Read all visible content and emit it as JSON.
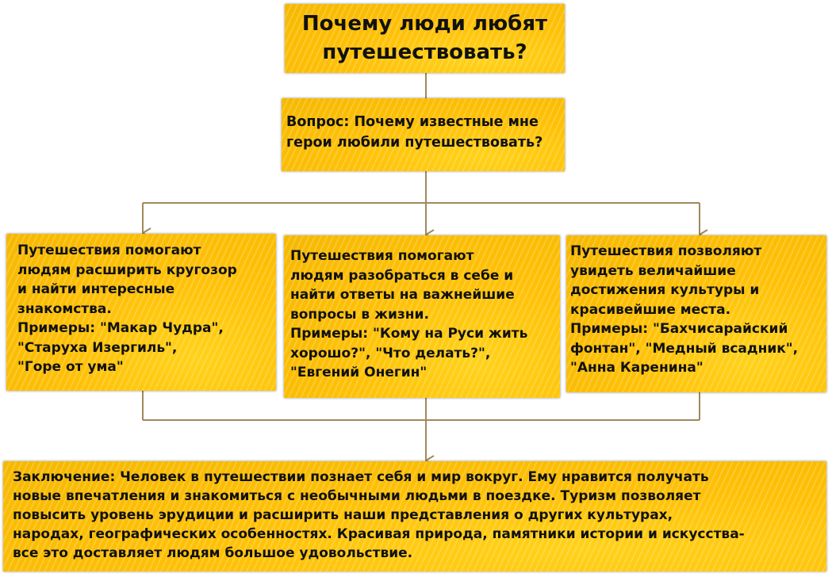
{
  "diagram": {
    "title": "Почему люди любят\nпутешествовать?",
    "question": "Вопрос: Почему известные мне\nгерои любили путешествовать?",
    "reasons": [
      {
        "text": "Путешествия помогают\nлюдям расширить кругозор\nи найти интересные\nзнакомства.\nПримеры: \"Макар Чудра\",\n\"Старуха Изергиль\",\n\"Горе от ума\""
      },
      {
        "text": "Путешествия помогают\nлюдям разобраться в себе и\nнайти ответы на важнейшие\nвопросы в жизни.\nПримеры: \"Кому на Руси жить\nхорошо?\", \"Что делать?\",\n\"Евгений Онегин\""
      },
      {
        "text": "Путешествия позволяют\nувидеть величайшие\nдостижения культуры и\nкрасивейшие места.\nПримеры: \"Бахчисарайский\nфонтан\", \"Медный всадник\",\n\"Анна Каренина\""
      }
    ],
    "conclusion": "Заключение: Человек в путешествии познает себя и мир вокруг. Ему нравится получать\nновые впечатления и знакомиться с необычными людьми в поездке. Туризм позволяет\nповысить уровень эрудиции и расширить наши представления о других культурах,\nнародах, географических особенностях. Красивая природа, памятники истории и искусства-\nвсе это доставляет людям большое удовольствие.",
    "connector_color": "#a08a5a"
  }
}
